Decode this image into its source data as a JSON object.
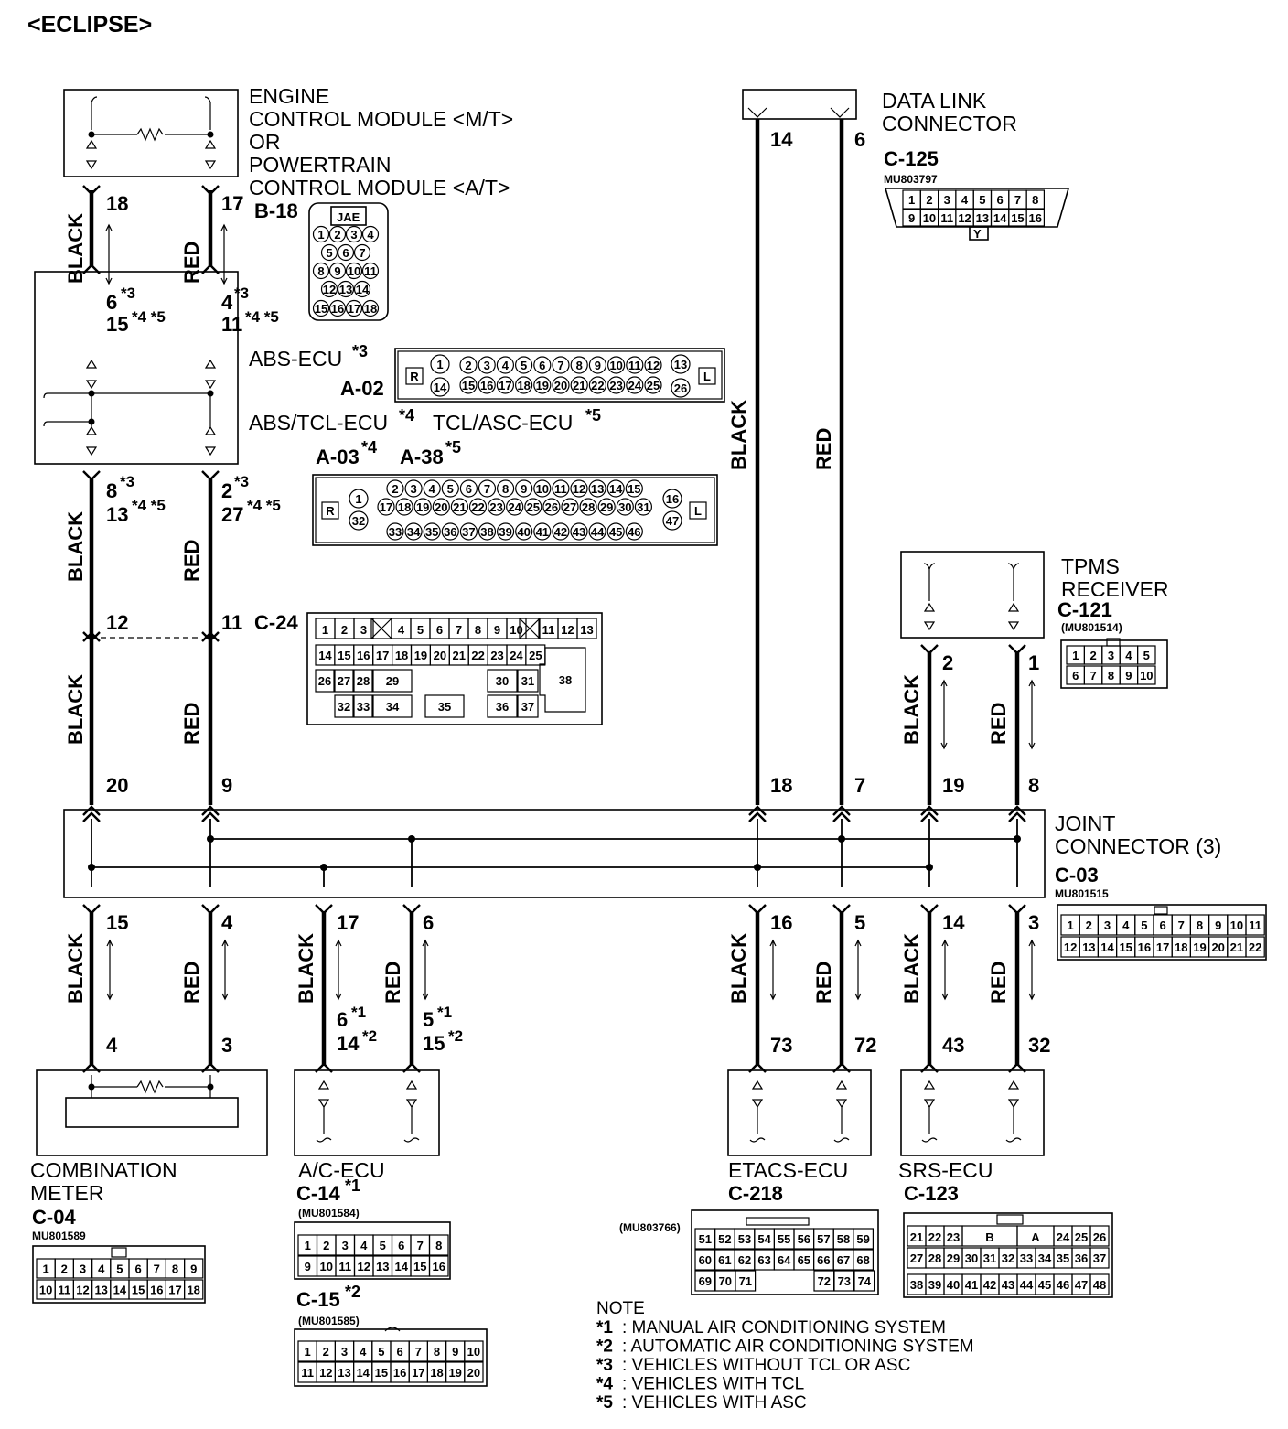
{
  "title": "<ECLIPSE>",
  "components": {
    "ecm": {
      "label": [
        "ENGINE",
        "CONTROL MODULE <M/T>",
        "OR",
        "POWERTRAIN",
        "CONTROL MODULE <A/T>"
      ],
      "connector": "B-18",
      "tag": "JAE"
    },
    "abs": {
      "label1": "ABS-ECU",
      "sup1": "*3",
      "label2": "ABS/TCL-ECU",
      "sup2": "*4",
      "label3": "TCL/ASC-ECU",
      "sup3": "*5",
      "conn1": "A-02",
      "conn2": "A-03",
      "conn2sup": "*4",
      "conn3": "A-38",
      "conn3sup": "*5"
    },
    "c24": {
      "connector": "C-24"
    },
    "dlc": {
      "label": [
        "DATA LINK",
        "CONNECTOR"
      ],
      "connector": "C-125",
      "part": "MU803797",
      "tag": "Y"
    },
    "tpms": {
      "label": [
        "TPMS",
        "RECEIVER"
      ],
      "connector": "C-121",
      "part": "(MU801514)"
    },
    "joint": {
      "label": [
        "JOINT",
        "CONNECTOR (3)"
      ],
      "connector": "C-03",
      "part": "MU801515"
    },
    "meter": {
      "label": [
        "COMBINATION",
        "METER"
      ],
      "connector": "C-04",
      "part": "MU801589"
    },
    "ac": {
      "label": "A/C-ECU",
      "conn1": "C-14",
      "conn1sup": "*1",
      "part1": "(MU801584)",
      "conn2": "C-15",
      "conn2sup": "*2",
      "part2": "(MU801585)"
    },
    "etacs": {
      "label": "ETACS-ECU",
      "connector": "C-218",
      "part": "(MU803766)"
    },
    "srs": {
      "label": "SRS-ECU",
      "connector": "C-123"
    }
  },
  "wire_colors": [
    "BLACK",
    "RED"
  ],
  "pins": {
    "ecm_l": "18",
    "ecm_r": "17",
    "abs_in_l1": "6",
    "abs_in_l1s": "*3",
    "abs_in_l2": "15",
    "abs_in_l2s": "*4 *5",
    "abs_in_r1": "4",
    "abs_in_r1s": "*3",
    "abs_in_r2": "11",
    "abs_in_r2s": "*4 *5",
    "abs_out_l1": "8",
    "abs_out_l1s": "*3",
    "abs_out_l2": "13",
    "abs_out_l2s": "*4 *5",
    "abs_out_r1": "2",
    "abs_out_r1s": "*3",
    "abs_out_r2": "27",
    "abs_out_r2s": "*4 *5",
    "c24_l": "12",
    "c24_r": "11",
    "j_in": [
      "20",
      "9",
      "18",
      "7",
      "19",
      "8"
    ],
    "dlc_l": "14",
    "dlc_r": "6",
    "tpms_l": "2",
    "tpms_r": "1",
    "j_out": [
      "15",
      "4",
      "17",
      "6",
      "16",
      "5",
      "14",
      "3"
    ],
    "meter_l": "4",
    "meter_r": "3",
    "ac_l1": "6",
    "ac_l1s": "*1",
    "ac_l2": "14",
    "ac_l2s": "*2",
    "ac_r1": "5",
    "ac_r1s": "*1",
    "ac_r2": "15",
    "ac_r2s": "*2",
    "etacs_l": "73",
    "etacs_r": "72",
    "srs_l": "43",
    "srs_r": "32"
  },
  "pinouts": {
    "b18": [
      [
        "1",
        "2",
        "3",
        "4"
      ],
      [
        "5",
        "6",
        "7"
      ],
      [
        "8",
        "9",
        "10",
        "11"
      ],
      [
        "12",
        "13",
        "14"
      ],
      [
        "15",
        "16",
        "17",
        "18"
      ]
    ],
    "a02_top": [
      "1",
      "2",
      "3",
      "4",
      "5",
      "6",
      "7",
      "8",
      "9",
      "10",
      "11",
      "12",
      "13"
    ],
    "a02_bot": [
      "14",
      "15",
      "16",
      "17",
      "18",
      "19",
      "20",
      "21",
      "22",
      "23",
      "24",
      "25",
      "26"
    ],
    "a03_top": [
      "2",
      "3",
      "4",
      "5",
      "6",
      "7",
      "8",
      "9",
      "10",
      "11",
      "12",
      "13",
      "14",
      "15"
    ],
    "a03_mid": [
      "17",
      "18",
      "19",
      "20",
      "21",
      "22",
      "23",
      "24",
      "25",
      "26",
      "27",
      "28",
      "29",
      "30",
      "31"
    ],
    "a03_bot": [
      "33",
      "34",
      "35",
      "36",
      "37",
      "38",
      "39",
      "40",
      "41",
      "42",
      "43",
      "44",
      "45",
      "46"
    ],
    "a03_side": [
      "1",
      "32",
      "16",
      "47"
    ],
    "rl": [
      "R",
      "L"
    ],
    "c24_r1": [
      "1",
      "2",
      "3",
      "4",
      "5",
      "6",
      "7",
      "8",
      "9",
      "10",
      "11",
      "12",
      "13"
    ],
    "c24_r2": [
      "14",
      "15",
      "16",
      "17",
      "18",
      "19",
      "20",
      "21",
      "22",
      "23",
      "24",
      "25"
    ],
    "c24_r3": [
      "26",
      "27",
      "28",
      "29",
      "30",
      "31",
      "38"
    ],
    "c24_r4": [
      "32",
      "33",
      "34",
      "35",
      "36",
      "37"
    ],
    "c125_top": [
      "1",
      "2",
      "3",
      "4",
      "5",
      "6",
      "7",
      "8"
    ],
    "c125_bot": [
      "9",
      "10",
      "11",
      "12",
      "13",
      "14",
      "15",
      "16"
    ],
    "c121_top": [
      "1",
      "2",
      "3",
      "4",
      "5"
    ],
    "c121_bot": [
      "6",
      "7",
      "8",
      "9",
      "10"
    ],
    "c03_top": [
      "1",
      "2",
      "3",
      "4",
      "5",
      "6",
      "7",
      "8",
      "9",
      "10",
      "11"
    ],
    "c03_bot": [
      "12",
      "13",
      "14",
      "15",
      "16",
      "17",
      "18",
      "19",
      "20",
      "21",
      "22"
    ],
    "c04_top": [
      "1",
      "2",
      "3",
      "4",
      "5",
      "6",
      "7",
      "8",
      "9"
    ],
    "c04_bot": [
      "10",
      "11",
      "12",
      "13",
      "14",
      "15",
      "16",
      "17",
      "18"
    ],
    "c14_top": [
      "1",
      "2",
      "3",
      "4",
      "5",
      "6",
      "7",
      "8"
    ],
    "c14_bot": [
      "9",
      "10",
      "11",
      "12",
      "13",
      "14",
      "15",
      "16"
    ],
    "c15_top": [
      "1",
      "2",
      "3",
      "4",
      "5",
      "6",
      "7",
      "8",
      "9",
      "10"
    ],
    "c15_bot": [
      "11",
      "12",
      "13",
      "14",
      "15",
      "16",
      "17",
      "18",
      "19",
      "20"
    ],
    "c218_r1": [
      "51",
      "52",
      "53",
      "54",
      "55",
      "56",
      "57",
      "58",
      "59"
    ],
    "c218_r2": [
      "60",
      "61",
      "62",
      "63",
      "64",
      "65",
      "66",
      "67",
      "68"
    ],
    "c218_r3": [
      "69",
      "70",
      "71",
      "72",
      "73",
      "74"
    ],
    "c123_r1": [
      "21",
      "22",
      "23",
      "B",
      "A",
      "24",
      "25",
      "26"
    ],
    "c123_r2": [
      "27",
      "28",
      "29",
      "30",
      "31",
      "32",
      "33",
      "34",
      "35",
      "36",
      "37"
    ],
    "c123_r3": [
      "38",
      "39",
      "40",
      "41",
      "42",
      "43",
      "44",
      "45",
      "46",
      "47",
      "48"
    ]
  },
  "notes": {
    "heading": "NOTE",
    "items": [
      {
        "mark": "*1",
        "text": ": MANUAL AIR CONDITIONING SYSTEM"
      },
      {
        "mark": "*2",
        "text": ": AUTOMATIC AIR CONDITIONING SYSTEM"
      },
      {
        "mark": "*3",
        "text": ": VEHICLES WITHOUT TCL OR ASC"
      },
      {
        "mark": "*4",
        "text": ": VEHICLES WITH TCL"
      },
      {
        "mark": "*5",
        "text": ": VEHICLES WITH ASC"
      }
    ]
  }
}
